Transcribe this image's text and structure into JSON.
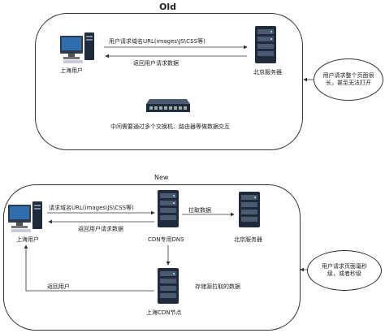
{
  "old": {
    "title": "Old",
    "request_label": "用户请求域名URL(images\\JS\\CSS等)",
    "return_label": "返回用户请求数据",
    "user_label": "上海用户",
    "server_label": "北京服务器",
    "switch_label": "中间需要通过多个交换机、路由器等做数据交互",
    "note_line1": "用户请求整个页面很",
    "note_line2": "长，甚至无法打开"
  },
  "new": {
    "title": "New",
    "request_label": "请求域名URL(images\\JS\\CSS等)",
    "return_label": "返回用户请求数据",
    "user_label": "上海用户",
    "dns_label": "CDN专用DNS",
    "pull_label": "拉取数据",
    "server_label": "北京服务器",
    "store_label": "存储源拉取的数据",
    "node_label": "上海CDN节点",
    "return_user_label": "返回用户",
    "note_line1": "用户请求页面毫秒",
    "note_line2": "级，或者秒级"
  },
  "colors": {
    "stroke": "#333333",
    "server_dark": "#1f2a3a",
    "server_mid": "#4b5a70",
    "monitor_blue": "#2f6fb0"
  },
  "icons": [
    "computer-icon",
    "server-rack-icon",
    "network-switch-icon"
  ]
}
